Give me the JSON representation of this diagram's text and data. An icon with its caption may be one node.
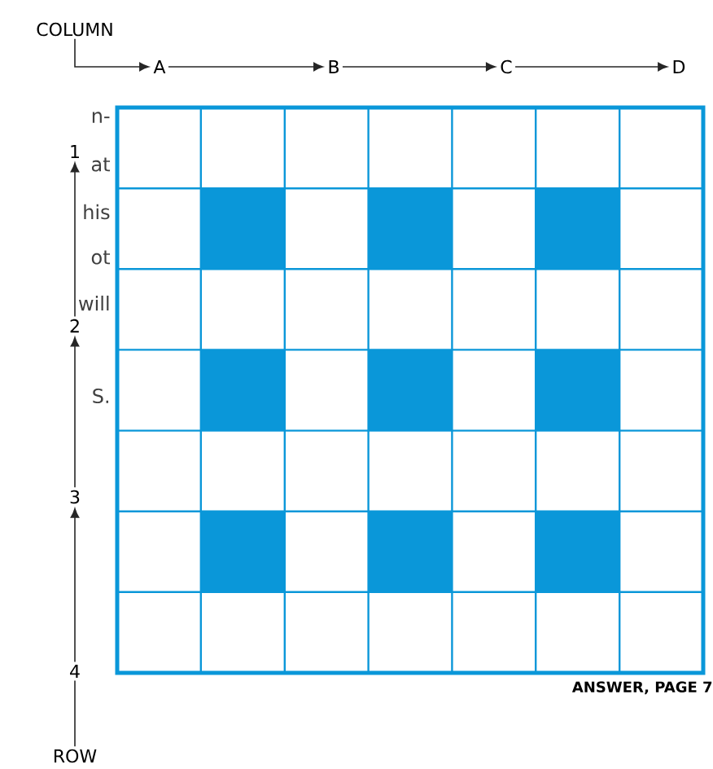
{
  "diagram": {
    "nodes": [
      {
        "text": [
          "COLUMN"
        ]
      },
      {
        "text": [
          "A"
        ]
      },
      {
        "text": [
          "B"
        ]
      },
      {
        "text": [
          "C"
        ]
      },
      {
        "text": [
          "D"
        ]
      },
      {
        "text": [
          "1"
        ]
      },
      {
        "text": [
          "2"
        ]
      },
      {
        "text": [
          "3"
        ]
      },
      {
        "text": [
          "4"
        ]
      },
      {
        "text": [
          "ROW"
        ]
      }
    ],
    "edges": [
      {
        "from": 0,
        "to": 1,
        "arrow": "to"
      },
      {
        "from": 1,
        "to": 2,
        "arrow": "to"
      },
      {
        "from": 2,
        "to": 3,
        "arrow": "to"
      },
      {
        "from": 3,
        "to": 4,
        "arrow": "to"
      },
      {
        "from": 9,
        "to": 8,
        "arrow": "none"
      },
      {
        "from": 8,
        "to": 7,
        "arrow": "to"
      },
      {
        "from": 7,
        "to": 6,
        "arrow": "to"
      },
      {
        "from": 6,
        "to": 5,
        "arrow": "to"
      }
    ],
    "labels": [
      "n-",
      "at",
      "his",
      "ot",
      "will",
      "S.",
      "ANSWER, PAGE 7"
    ]
  }
}
